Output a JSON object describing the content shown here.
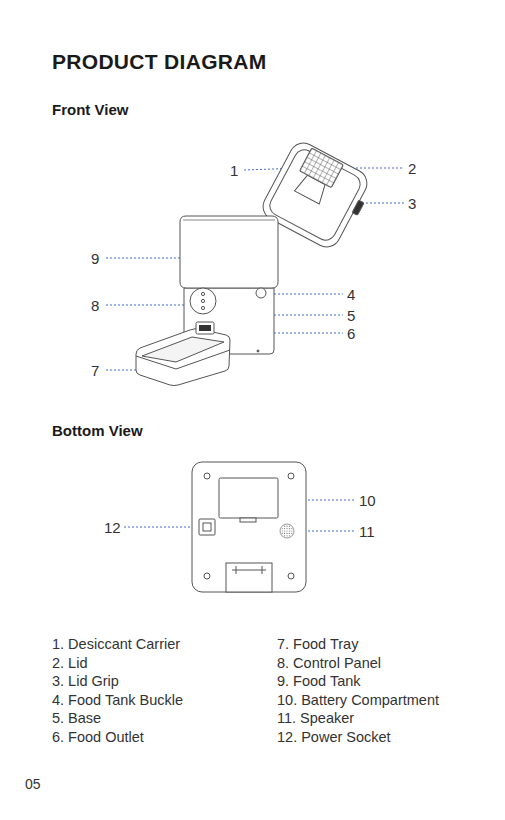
{
  "diagram": {
    "title": "PRODUCT DIAGRAM",
    "labels": [
      "Front View",
      "1",
      "2",
      "3",
      "9",
      "4",
      "8",
      "5",
      "6",
      "7",
      "Bottom View",
      "10",
      "12",
      "11",
      "1. Desiccant Carrier",
      "2. Lid",
      "3. Lid Grip",
      "4. Food Tank Buckle",
      "5. Base",
      "6. Food Outlet",
      "7. Food Tray",
      "8. Control Panel",
      "9. Food Tank",
      "10. Battery Compartment",
      "11. Speaker",
      "12. Power Socket",
      "05"
    ]
  }
}
